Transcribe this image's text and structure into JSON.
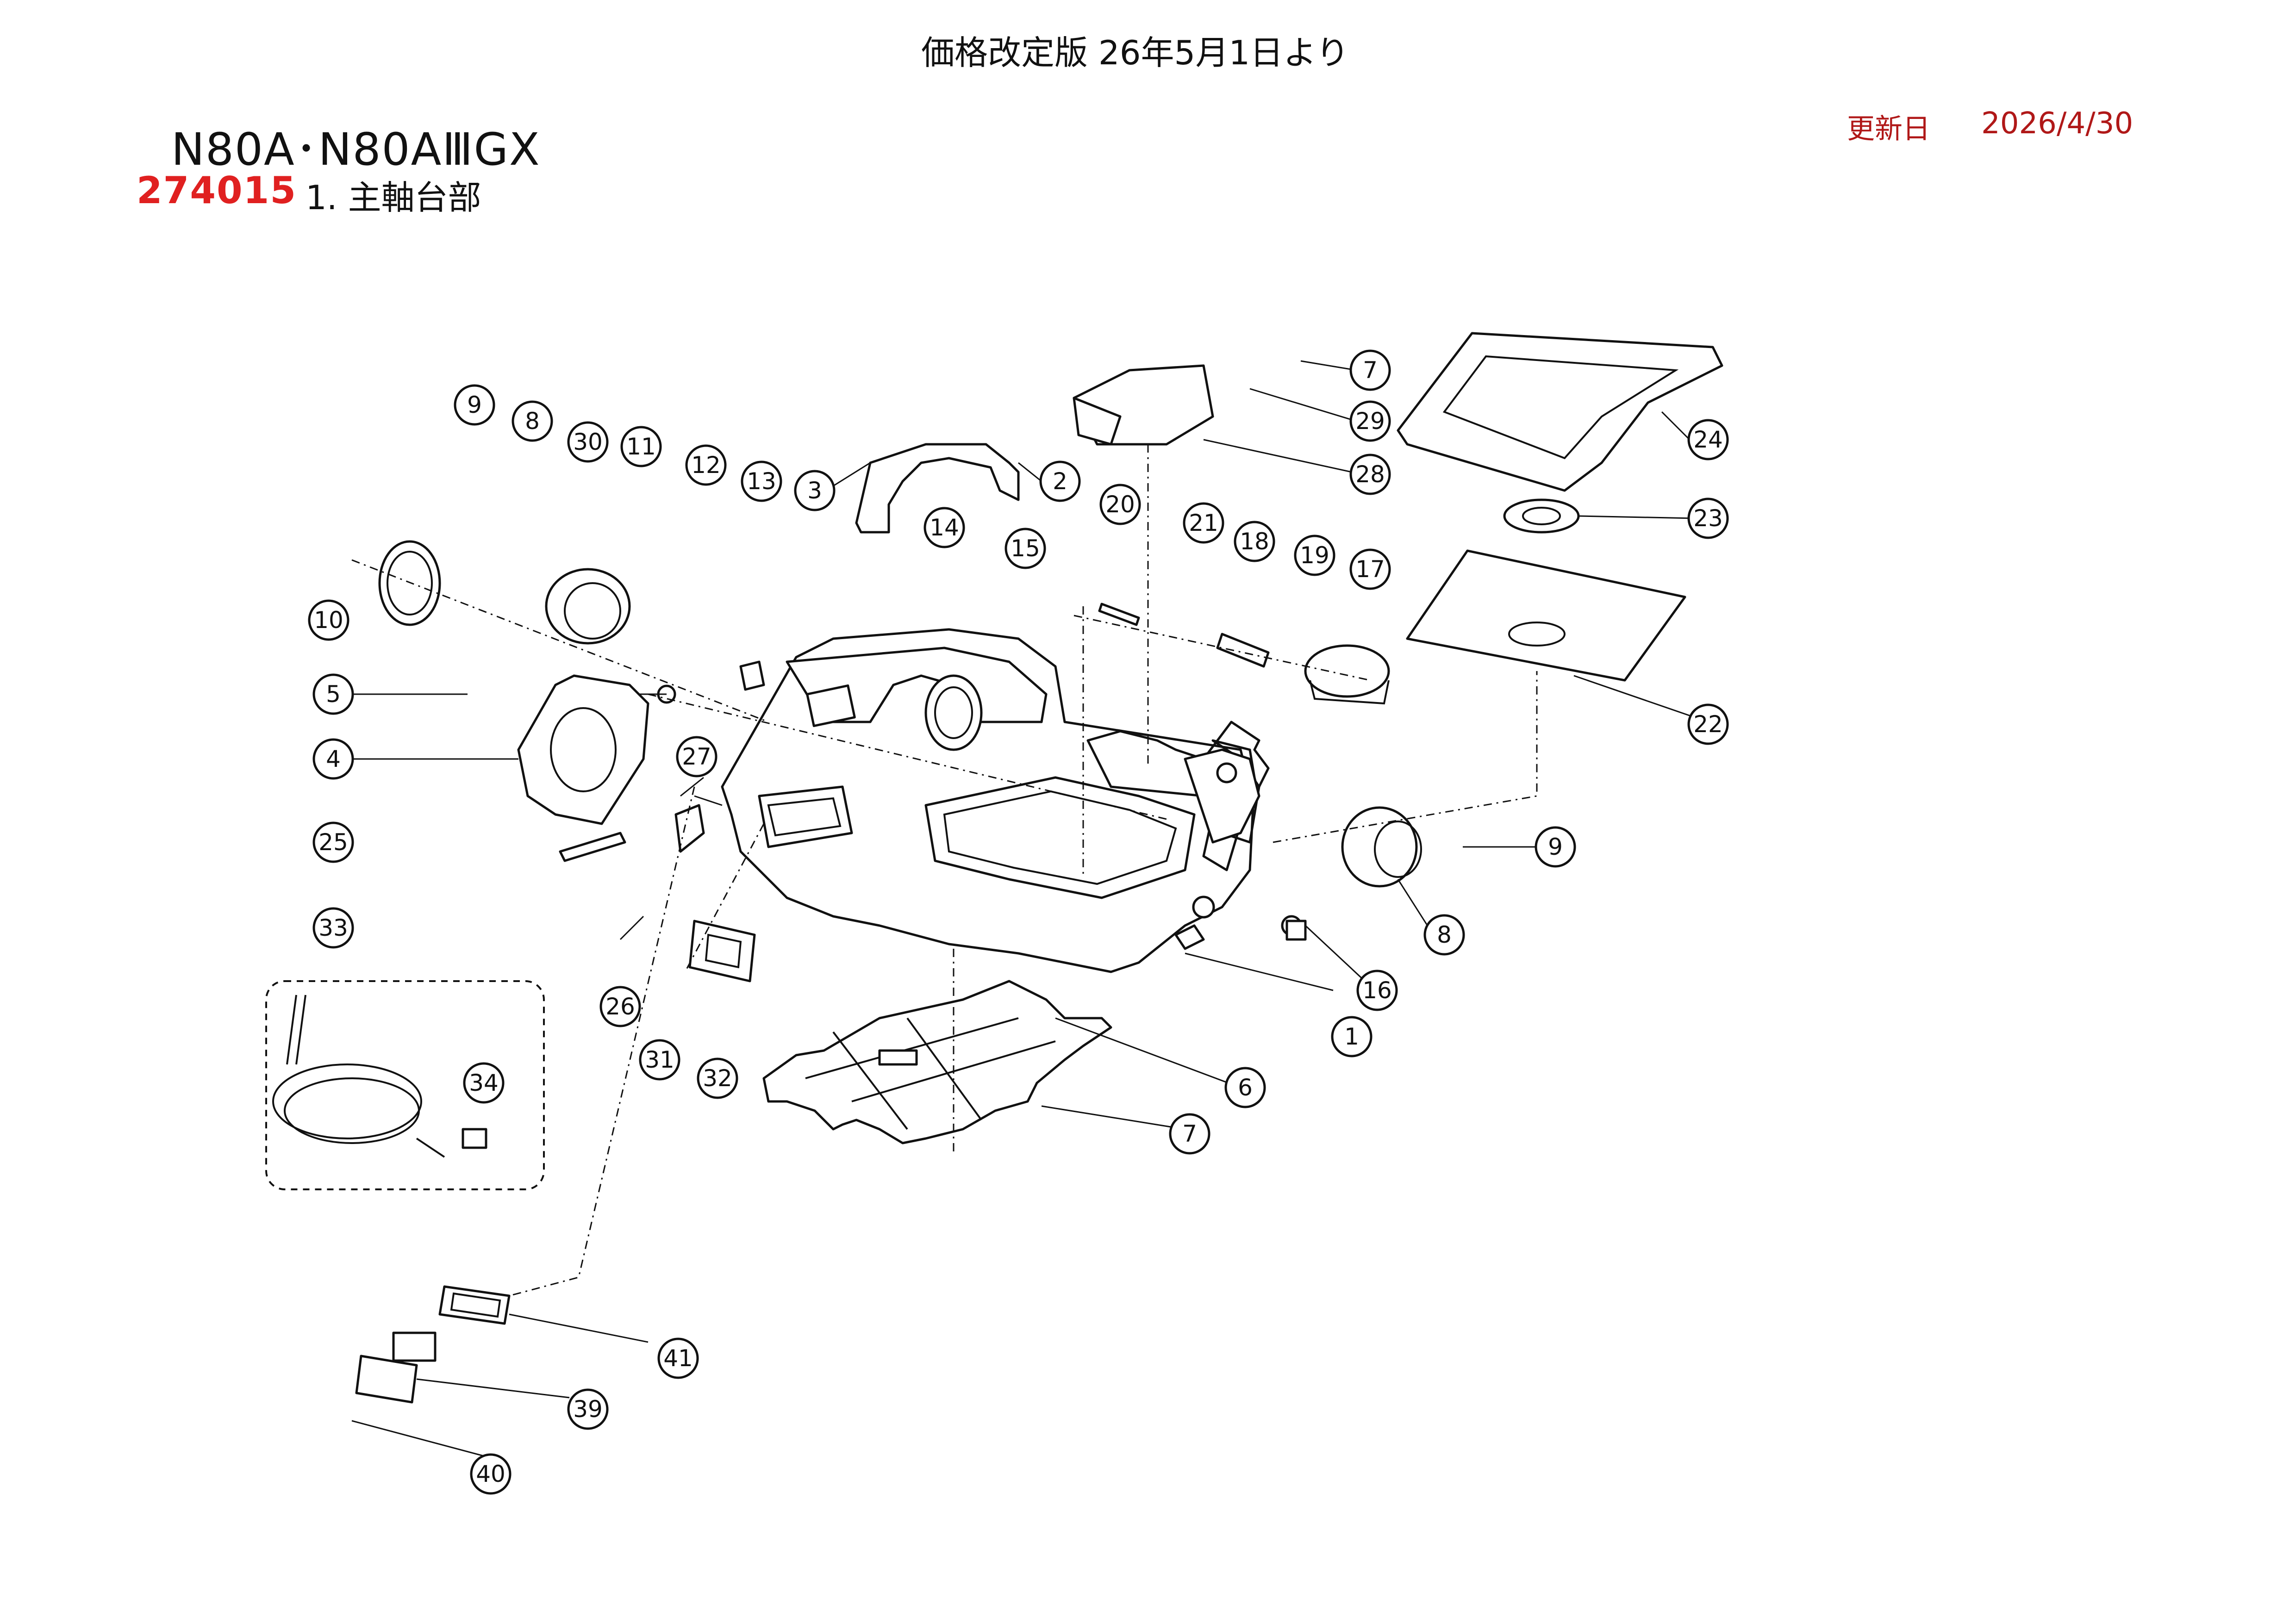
{
  "header": {
    "price_note": "価格改定版 26年5月1日より",
    "model_title": "N80A･N80AⅢGX",
    "update_label": "更新日",
    "update_date": "2026/4/30",
    "part_code": "274015",
    "section_title": "1. 主軸台部"
  },
  "callouts": [
    "1",
    "2",
    "3",
    "4",
    "5",
    "6",
    "7",
    "7",
    "8",
    "8",
    "9",
    "9",
    "10",
    "11",
    "12",
    "13",
    "14",
    "15",
    "16",
    "17",
    "18",
    "19",
    "20",
    "21",
    "22",
    "23",
    "24",
    "25",
    "26",
    "27",
    "28",
    "29",
    "30",
    "31",
    "32",
    "33",
    "34",
    "39",
    "40",
    "41"
  ],
  "colors": {
    "accent_red": "#e02020",
    "date_red": "#b01818",
    "line": "#111111"
  }
}
